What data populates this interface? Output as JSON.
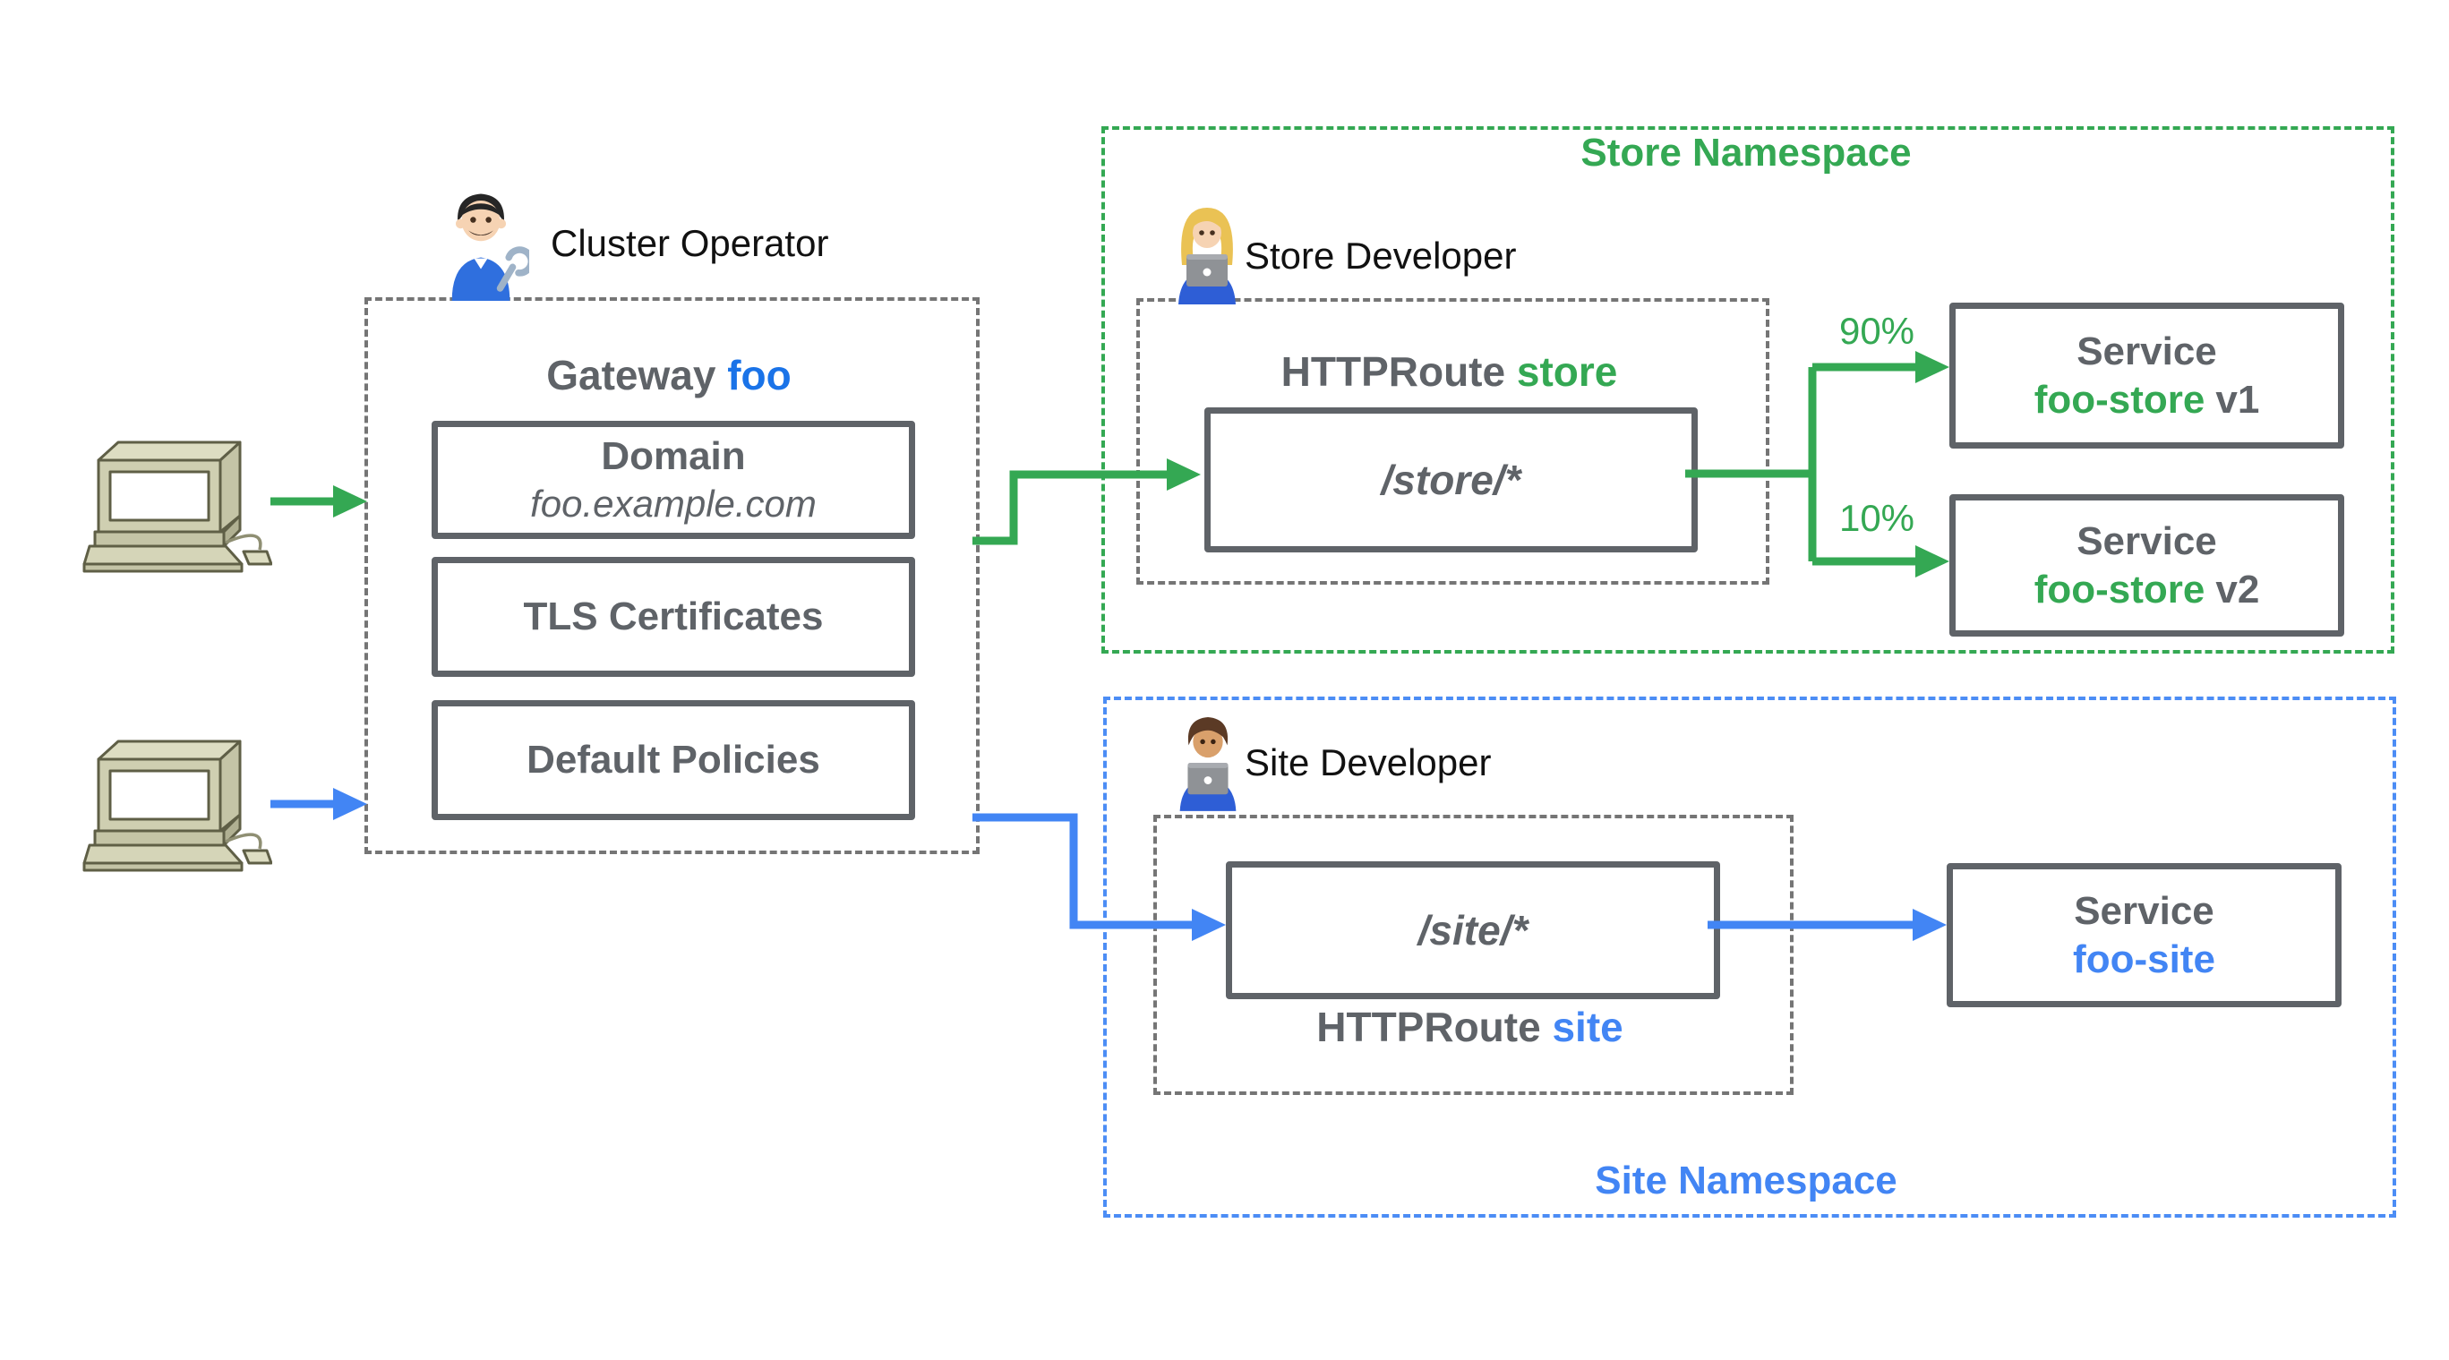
{
  "colors": {
    "green": "#34A853",
    "blue": "#4285F4",
    "foo_blue": "#1A73E8",
    "gray_text": "#5F6368",
    "dash_gray": "#757575",
    "computer_body": "#CFCFB1"
  },
  "icons": {
    "cluster_operator": "mechanic-emoji",
    "store_developer": "woman-technologist-emoji",
    "site_developer": "man-technologist-emoji",
    "users": "desktop-computer-clipart"
  },
  "cluster_operator": {
    "label": "Cluster Operator"
  },
  "gateway": {
    "title": "Gateway",
    "name": "foo",
    "domain": {
      "title": "Domain",
      "value": "foo.example.com"
    },
    "tls": {
      "title": "TLS Certificates"
    },
    "policies": {
      "title": "Default Policies"
    }
  },
  "store": {
    "namespace_label": "Store Namespace",
    "developer_label": "Store Developer",
    "route": {
      "prefix": "HTTPRoute",
      "name": "store",
      "path": "/store/*"
    },
    "weights": {
      "v1": "90%",
      "v2": "10%"
    },
    "services": [
      {
        "title": "Service",
        "name": "foo-store",
        "version": "v1"
      },
      {
        "title": "Service",
        "name": "foo-store",
        "version": "v2"
      }
    ]
  },
  "site": {
    "namespace_label": "Site Namespace",
    "developer_label": "Site Developer",
    "route": {
      "prefix": "HTTPRoute",
      "name": "site",
      "path": "/site/*"
    },
    "service": {
      "title": "Service",
      "name": "foo-site"
    }
  }
}
